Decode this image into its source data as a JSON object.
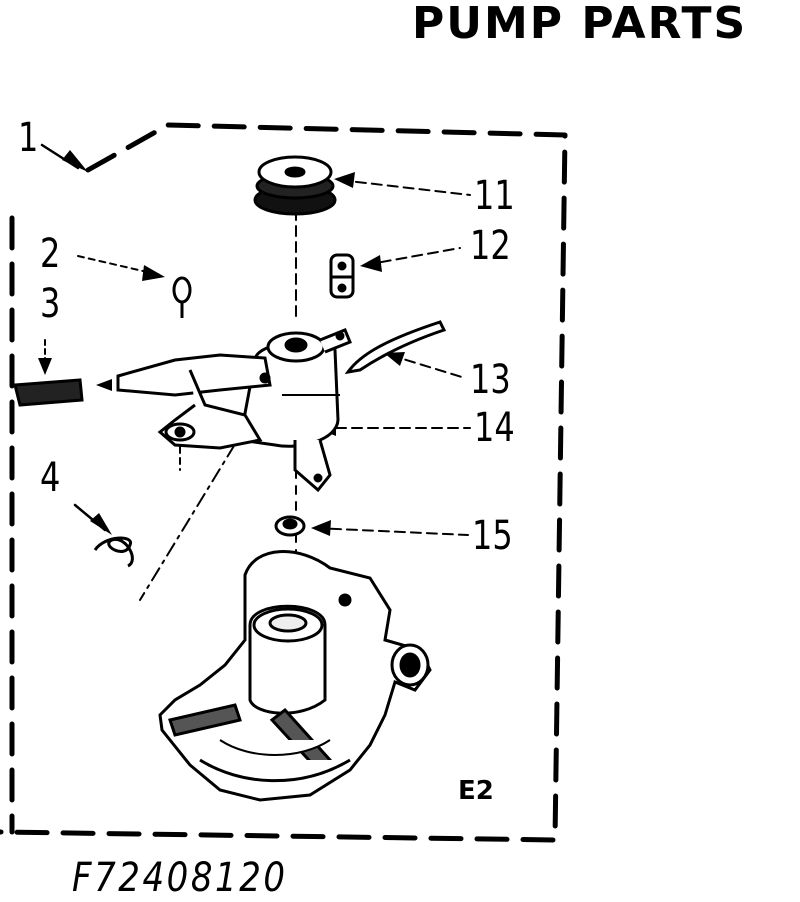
{
  "title": "PUMP PARTS",
  "callouts": {
    "c1": "1",
    "c2": "2",
    "c3": "3",
    "c4": "4",
    "c11": "11",
    "c12": "12",
    "c13": "13",
    "c14": "14",
    "c15": "15"
  },
  "section_code": "E2",
  "document_number": "F72408120"
}
